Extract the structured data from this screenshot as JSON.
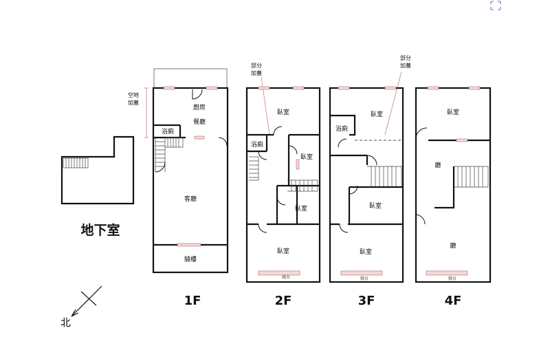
{
  "labels": {
    "basement": "地下室",
    "floor_1f": "1F",
    "floor_2f": "2F",
    "floor_3f": "3F",
    "floor_4f": "4F",
    "north": "北"
  },
  "notes": {
    "open_space_line1": "空地",
    "open_space_line2": "加蓋",
    "partial_line1": "部分",
    "partial_line2": "加蓋"
  },
  "rooms_1f": {
    "kitchen": "廚房",
    "dining": "餐廳",
    "bath": "浴廁",
    "living": "客廳",
    "arcade": "騎樓"
  },
  "rooms_2f": {
    "bedroom_top": "臥室",
    "bath": "浴廁",
    "bedroom_mid": "臥室",
    "bedroom_low": "臥室",
    "bedroom_bottom": "臥室",
    "balcony": "陽台"
  },
  "rooms_3f": {
    "bedroom_top": "臥室",
    "bath": "浴廁",
    "bedroom_mid": "臥室",
    "bedroom_bottom": "臥室",
    "balcony": "陽台"
  },
  "rooms_4f": {
    "bedroom_top": "臥室",
    "hall_top": "廳",
    "hall_bottom": "廳",
    "balcony": "陽台"
  },
  "colors": {
    "wall": "#111111",
    "window": "#f3dada",
    "leader": "#c0707a"
  }
}
